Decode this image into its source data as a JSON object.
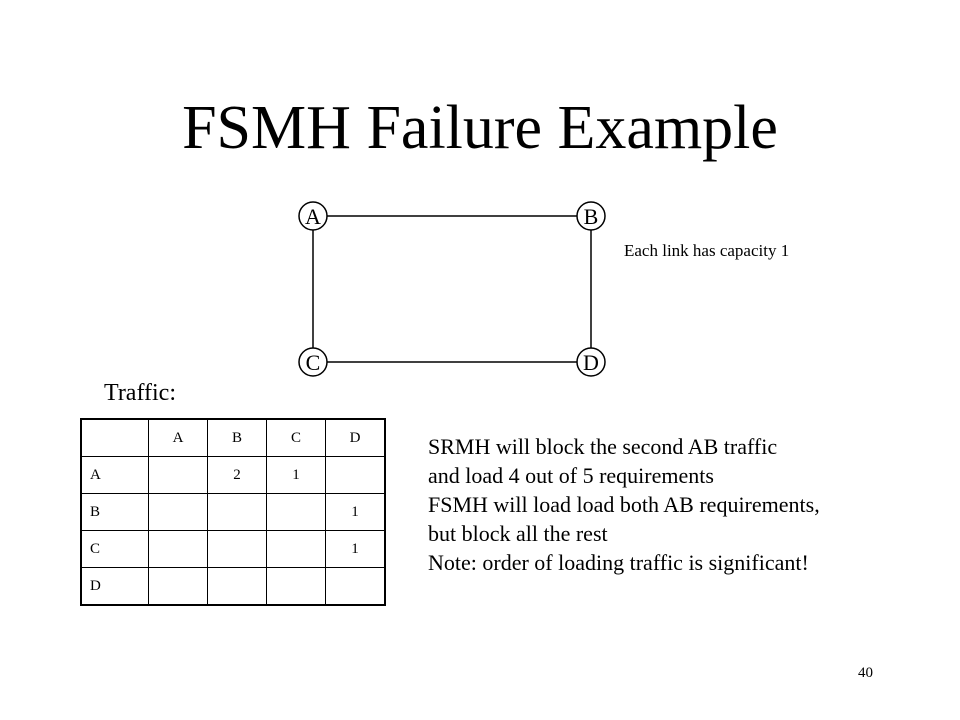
{
  "slide": {
    "title": "FSMH Failure Example",
    "page_number": "40"
  },
  "graph": {
    "nodes": [
      {
        "label": "A"
      },
      {
        "label": "B"
      },
      {
        "label": "C"
      },
      {
        "label": "D"
      }
    ],
    "edges": [
      [
        "A",
        "B"
      ],
      [
        "A",
        "C"
      ],
      [
        "B",
        "D"
      ],
      [
        "C",
        "D"
      ]
    ],
    "note": "Each link has capacity 1"
  },
  "traffic": {
    "label": "Traffic:",
    "columns": [
      "",
      "A",
      "B",
      "C",
      "D"
    ],
    "rows": [
      [
        "A",
        "",
        "2",
        "1",
        ""
      ],
      [
        "B",
        "",
        "",
        "",
        "1"
      ],
      [
        "C",
        "",
        "",
        "",
        "1"
      ],
      [
        "D",
        "",
        "",
        "",
        ""
      ]
    ]
  },
  "explanation": {
    "lines": [
      "SRMH will block the second AB traffic",
      "and load 4 out of 5 requirements",
      "FSMH will load load both AB requirements,",
      "but block all the rest",
      "Note: order of loading traffic is significant!"
    ]
  }
}
